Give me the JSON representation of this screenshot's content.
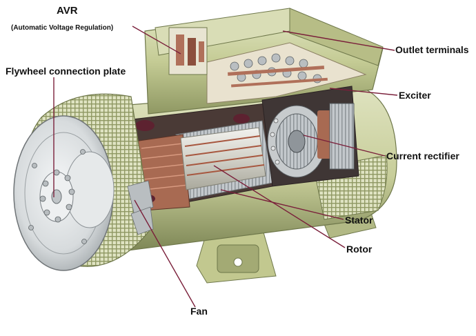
{
  "labels": {
    "avr": "AVR",
    "avr_full": "(Automatic Voltage Regulation)",
    "flywheel_plate": "Flywheel connection plate",
    "outlet_terminals": "Outlet terminals",
    "exciter": "Exciter",
    "current_rectifier": "Current rectifier",
    "stator": "Stator",
    "rotor": "Rotor",
    "fan": "Fan"
  },
  "colors": {
    "housing": "#c9cf9e",
    "housing_dark": "#8f9863",
    "housing_light": "#e4e8c8",
    "copper": "#b0705a",
    "leader_line": "#7a1f3a",
    "metal": "#cfd3d4"
  }
}
